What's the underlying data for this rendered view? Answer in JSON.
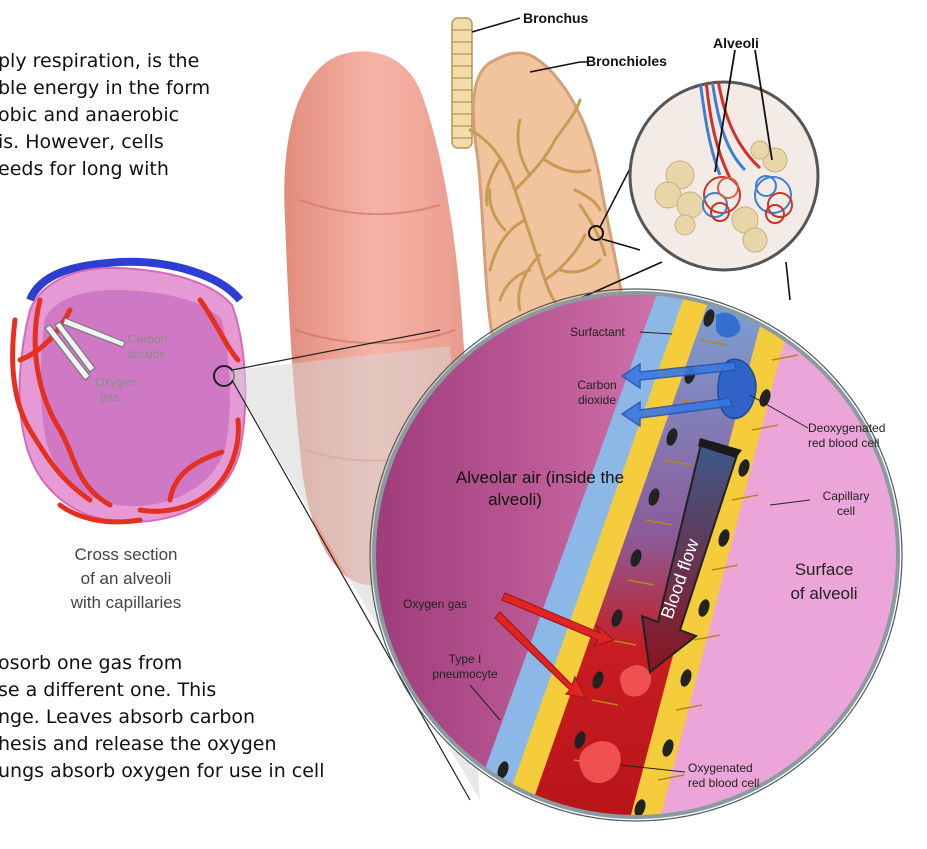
{
  "paragraph_top": [
    "ply respiration, is the",
    "ble energy in the form",
    "obic and anaerobic",
    "is. However, cells",
    "eeds for long with"
  ],
  "paragraph_bottom": [
    "osorb one gas from",
    "se a different one. This",
    "nge. Leaves absorb carbon",
    "hesis and release the oxygen",
    "ungs absorb oxygen for use in cell"
  ],
  "labels": {
    "bronchus": "Bronchus",
    "bronchioles": "Bronchioles",
    "alveoli": "Alveoli",
    "cross_section": [
      "Cross section",
      "of an alveoli",
      "with capillaries"
    ],
    "carbon_dioxide_small": [
      "Carbon",
      "dioxide"
    ],
    "oxygen_gas_small": [
      "Oxygen",
      "gas"
    ],
    "surfactant": "Surfactant",
    "carbon_dioxide": [
      "Carbon",
      "dioxide"
    ],
    "deoxygenated": [
      "Deoxygenated",
      "red blood cell"
    ],
    "alveolar_air": [
      "Alveolar air (inside the",
      "alveoli)"
    ],
    "capillary_cell": [
      "Capillary",
      "cell"
    ],
    "blood_flow": "Blood flow",
    "surface": [
      "Surface",
      "of alveoli"
    ],
    "oxygen_gas": "Oxygen gas",
    "type1": [
      "Type I",
      "pneumocyte"
    ],
    "oxygenated": [
      "Oxygenated",
      "red blood cell"
    ]
  },
  "colors": {
    "lung": "#f2a090",
    "bronchiole": "#d9b87a",
    "alveolar_pink": "#c2609c",
    "surface_pink": "#e79cd0",
    "blood": "#c8181c",
    "capillary_wall": "#f4cc3c",
    "deoxy_blue": "#4a86c8",
    "arrow_blue": "#3a6fd8",
    "arrow_red": "#e02020"
  }
}
